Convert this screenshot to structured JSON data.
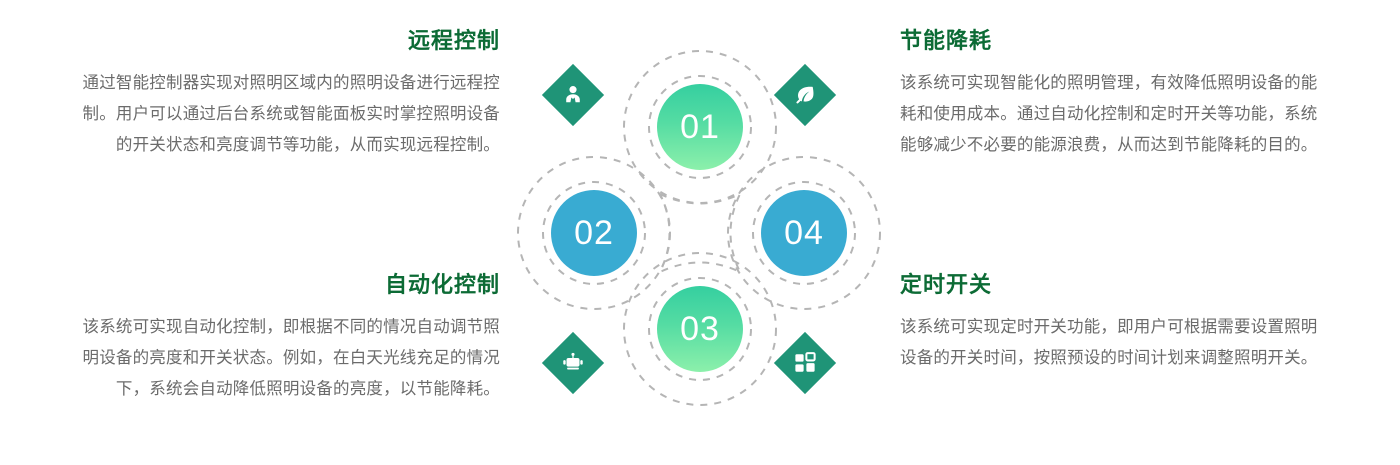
{
  "theme": {
    "title_color": "#0c6b35",
    "body_color": "#6b6b6b",
    "diamond_color": "#1f9477",
    "green_circle_from": "#35cfa0",
    "green_circle_to": "#8cf0ab",
    "blue_circle": "#39abd2",
    "dash_color": "#b3b3b3",
    "background": "#ffffff"
  },
  "blocks": {
    "top_left": {
      "title": "远程控制",
      "body": "通过智能控制器实现对照明区域内的照明设备进行远程控制。用户可以通过后台系统或智能面板实时掌控照明设备的开关状态和亮度调节等功能，从而实现远程控制。"
    },
    "bottom_left": {
      "title": "自动化控制",
      "body": "该系统可实现自动化控制，即根据不同的情况自动调节照明设备的亮度和开关状态。例如，在白天光线充足的情况下，系统会自动降低照明设备的亮度，以节能降耗。"
    },
    "top_right": {
      "title": "节能降耗",
      "body": "该系统可实现智能化的照明管理，有效降低照明设备的能耗和使用成本。通过自动化控制和定时开关等功能，系统能够减少不必要的能源浪费，从而达到节能降耗的目的。"
    },
    "bottom_right": {
      "title": "定时开关",
      "body": "该系统可实现定时开关功能，即用户可根据需要设置照明设备的开关时间，按照预设的时间计划来调整照明开关。"
    }
  },
  "nodes": [
    {
      "number": "01",
      "color": "green",
      "position": "top",
      "linked_title": "远程控制"
    },
    {
      "number": "02",
      "color": "blue",
      "position": "left",
      "linked_title": "自动化控制"
    },
    {
      "number": "03",
      "color": "green",
      "position": "bottom",
      "linked_title": "定时开关"
    },
    {
      "number": "04",
      "color": "blue",
      "position": "right",
      "linked_title": "节能降耗"
    }
  ],
  "icons": [
    {
      "name": "user-tie-icon",
      "position": "top-left",
      "meaning": "远程控制"
    },
    {
      "name": "leaf-icon",
      "position": "top-right",
      "meaning": "节能降耗"
    },
    {
      "name": "robot-icon",
      "position": "bottom-left",
      "meaning": "自动化控制"
    },
    {
      "name": "grid-apps-icon",
      "position": "bottom-right",
      "meaning": "定时开关"
    }
  ]
}
